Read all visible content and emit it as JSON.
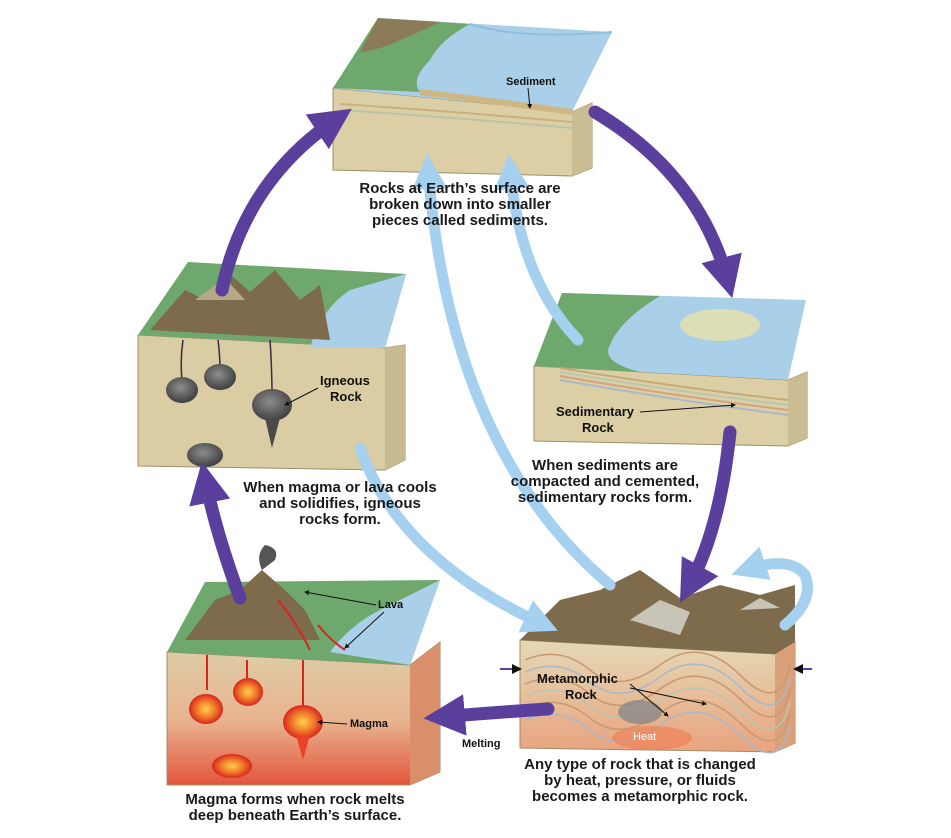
{
  "captions": {
    "surface": [
      "Rocks at Earth’s surface are",
      "broken down into smaller",
      "pieces called sediments."
    ],
    "sedimentary": [
      "When sediments are",
      "compacted and cemented,",
      "sedimentary rocks form."
    ],
    "igneous": [
      "When magma or lava cools",
      "and solidifies, igneous",
      "rocks form."
    ],
    "metamorphic": [
      "Any type of rock that is changed",
      "by heat, pressure, or fluids",
      "becomes a metamorphic rock."
    ],
    "magma": [
      "Magma forms when rock melts",
      "deep beneath Earth’s surface."
    ]
  },
  "labels": {
    "sediment": "Sediment",
    "sedimentary_rock": [
      "Sedimentary",
      "Rock"
    ],
    "igneous_rock": [
      "Igneous",
      "Rock"
    ],
    "metamorphic_rock": [
      "Metamorphic",
      "Rock"
    ],
    "heat": "Heat",
    "lava": "Lava",
    "magma": "Magma",
    "melting": "Melting"
  },
  "colors": {
    "cycle_arrow": "#5b3f9c",
    "erosion_arrow": "#9fcbee",
    "water": "#9dc6e6",
    "land": "#6aa56a",
    "mountain": "#7a6a4c",
    "soil": "#d9cba4",
    "magma": "#e8432a",
    "ink": "#1a1a1a"
  }
}
